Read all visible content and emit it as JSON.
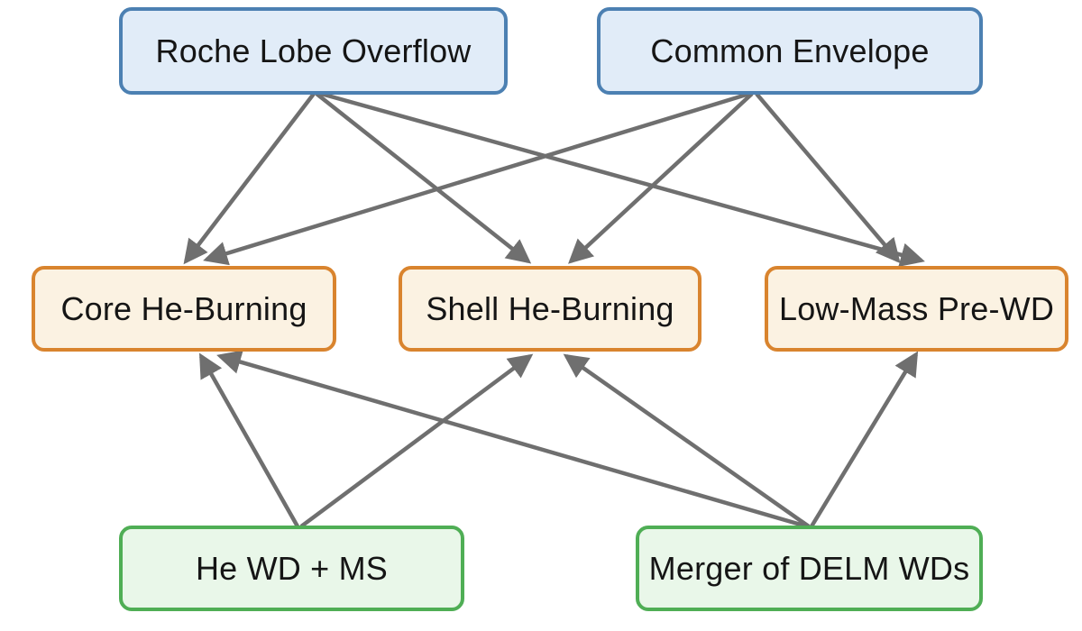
{
  "diagram": {
    "nodes": [
      {
        "id": "rlo",
        "label": "Roche Lobe Overflow",
        "color": "blue"
      },
      {
        "id": "ce",
        "label": "Common Envelope",
        "color": "blue"
      },
      {
        "id": "core",
        "label": "Core He-Burning",
        "color": "orange"
      },
      {
        "id": "shell",
        "label": "Shell He-Burning",
        "color": "orange"
      },
      {
        "id": "lmp",
        "label": "Low-Mass Pre-WD",
        "color": "orange"
      },
      {
        "id": "hewd",
        "label": "He WD + MS",
        "color": "green"
      },
      {
        "id": "merger",
        "label": "Merger of DELM WDs",
        "color": "green"
      }
    ],
    "edges": [
      {
        "from": "rlo",
        "to": "core"
      },
      {
        "from": "rlo",
        "to": "shell"
      },
      {
        "from": "rlo",
        "to": "lmp"
      },
      {
        "from": "ce",
        "to": "core"
      },
      {
        "from": "ce",
        "to": "shell"
      },
      {
        "from": "ce",
        "to": "lmp"
      },
      {
        "from": "hewd",
        "to": "core"
      },
      {
        "from": "hewd",
        "to": "shell"
      },
      {
        "from": "merger",
        "to": "core"
      },
      {
        "from": "merger",
        "to": "shell"
      },
      {
        "from": "merger",
        "to": "lmp"
      }
    ],
    "colors": {
      "blue_fill": "#e1ecf8",
      "blue_border": "#4c80b2",
      "orange_fill": "#fbf2e2",
      "orange_border": "#d9842e",
      "green_fill": "#e9f7e9",
      "green_border": "#4fae55",
      "arrow": "#6f6f6f",
      "text": "#151515",
      "background": "#ffffff"
    }
  }
}
